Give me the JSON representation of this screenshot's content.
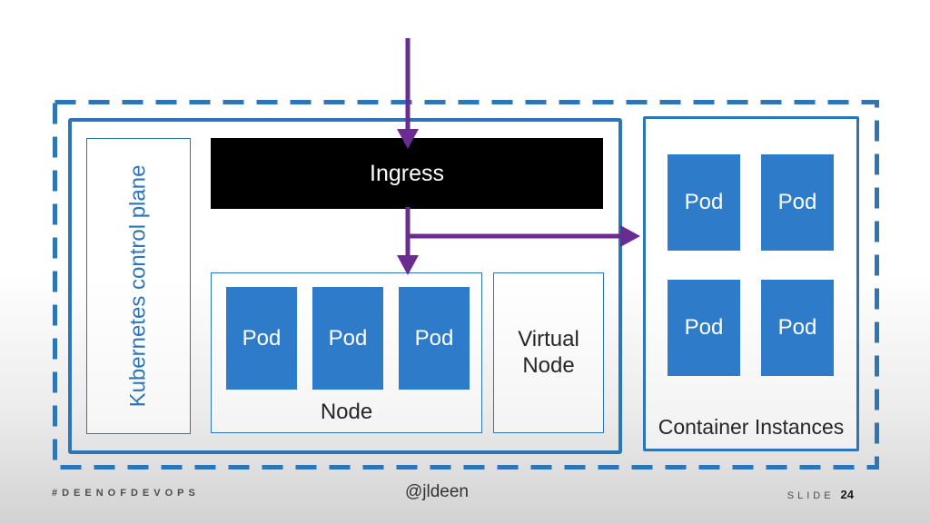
{
  "colors": {
    "blue": "#2E75B6",
    "pod_blue": "#2E7CC9",
    "purple": "#6B2C91",
    "ingress_bg": "#000000"
  },
  "cluster": {
    "control_plane_label": "Kubernetes control plane",
    "ingress_label": "Ingress",
    "node": {
      "label": "Node",
      "pods": [
        "Pod",
        "Pod",
        "Pod"
      ]
    },
    "virtual_node_label": "Virtual Node"
  },
  "container_instances": {
    "label": "Container Instances",
    "pods": [
      "Pod",
      "Pod",
      "Pod",
      "Pod"
    ]
  },
  "footer": {
    "hashtag": "#DEENOFDEVOPS",
    "handle": "@jldeen",
    "slide_label": "SLIDE",
    "slide_number": "24"
  }
}
